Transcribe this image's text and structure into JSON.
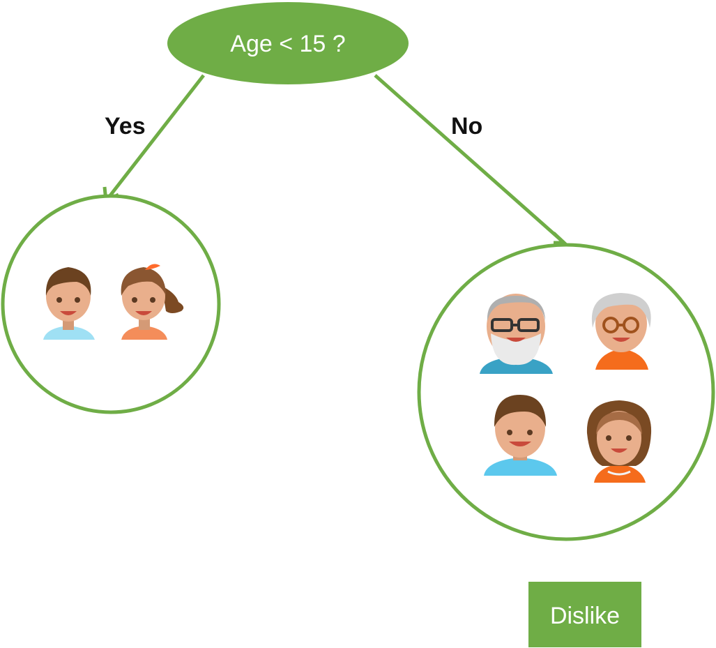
{
  "diagram": {
    "root": {
      "label": "Age < 15 ?"
    },
    "edges": {
      "yes_label": "Yes",
      "no_label": "No"
    },
    "leaf": {
      "label": "Dislike"
    }
  },
  "colors": {
    "green": "#6FAD46",
    "text": "#111111"
  }
}
